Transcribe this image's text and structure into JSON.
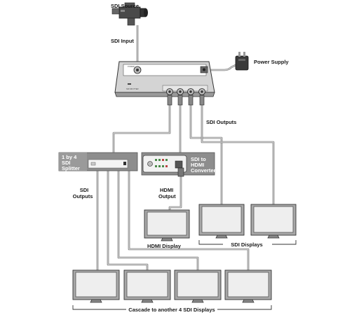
{
  "labels": {
    "sdi_source": "SDI Source",
    "sdi_input": "SDI Input",
    "power_supply": "Power Supply",
    "sdi_outputs_main": "SDI Outputs",
    "splitter_line1": "1 by 4",
    "splitter_line2": "SDI",
    "splitter_line3": "Splitter",
    "converter_line1": "SDI to",
    "converter_line2": "HDMI",
    "converter_line3": "Converter",
    "splitter_outputs_line1": "SDI",
    "splitter_outputs_line2": "Outputs",
    "hdmi_output_line1": "HDMI",
    "hdmi_output_line2": "Output",
    "hdmi_display": "HDMI Display",
    "sdi_displays": "SDI Displays",
    "cascade": "Cascade to another 4 SDI Displays"
  }
}
